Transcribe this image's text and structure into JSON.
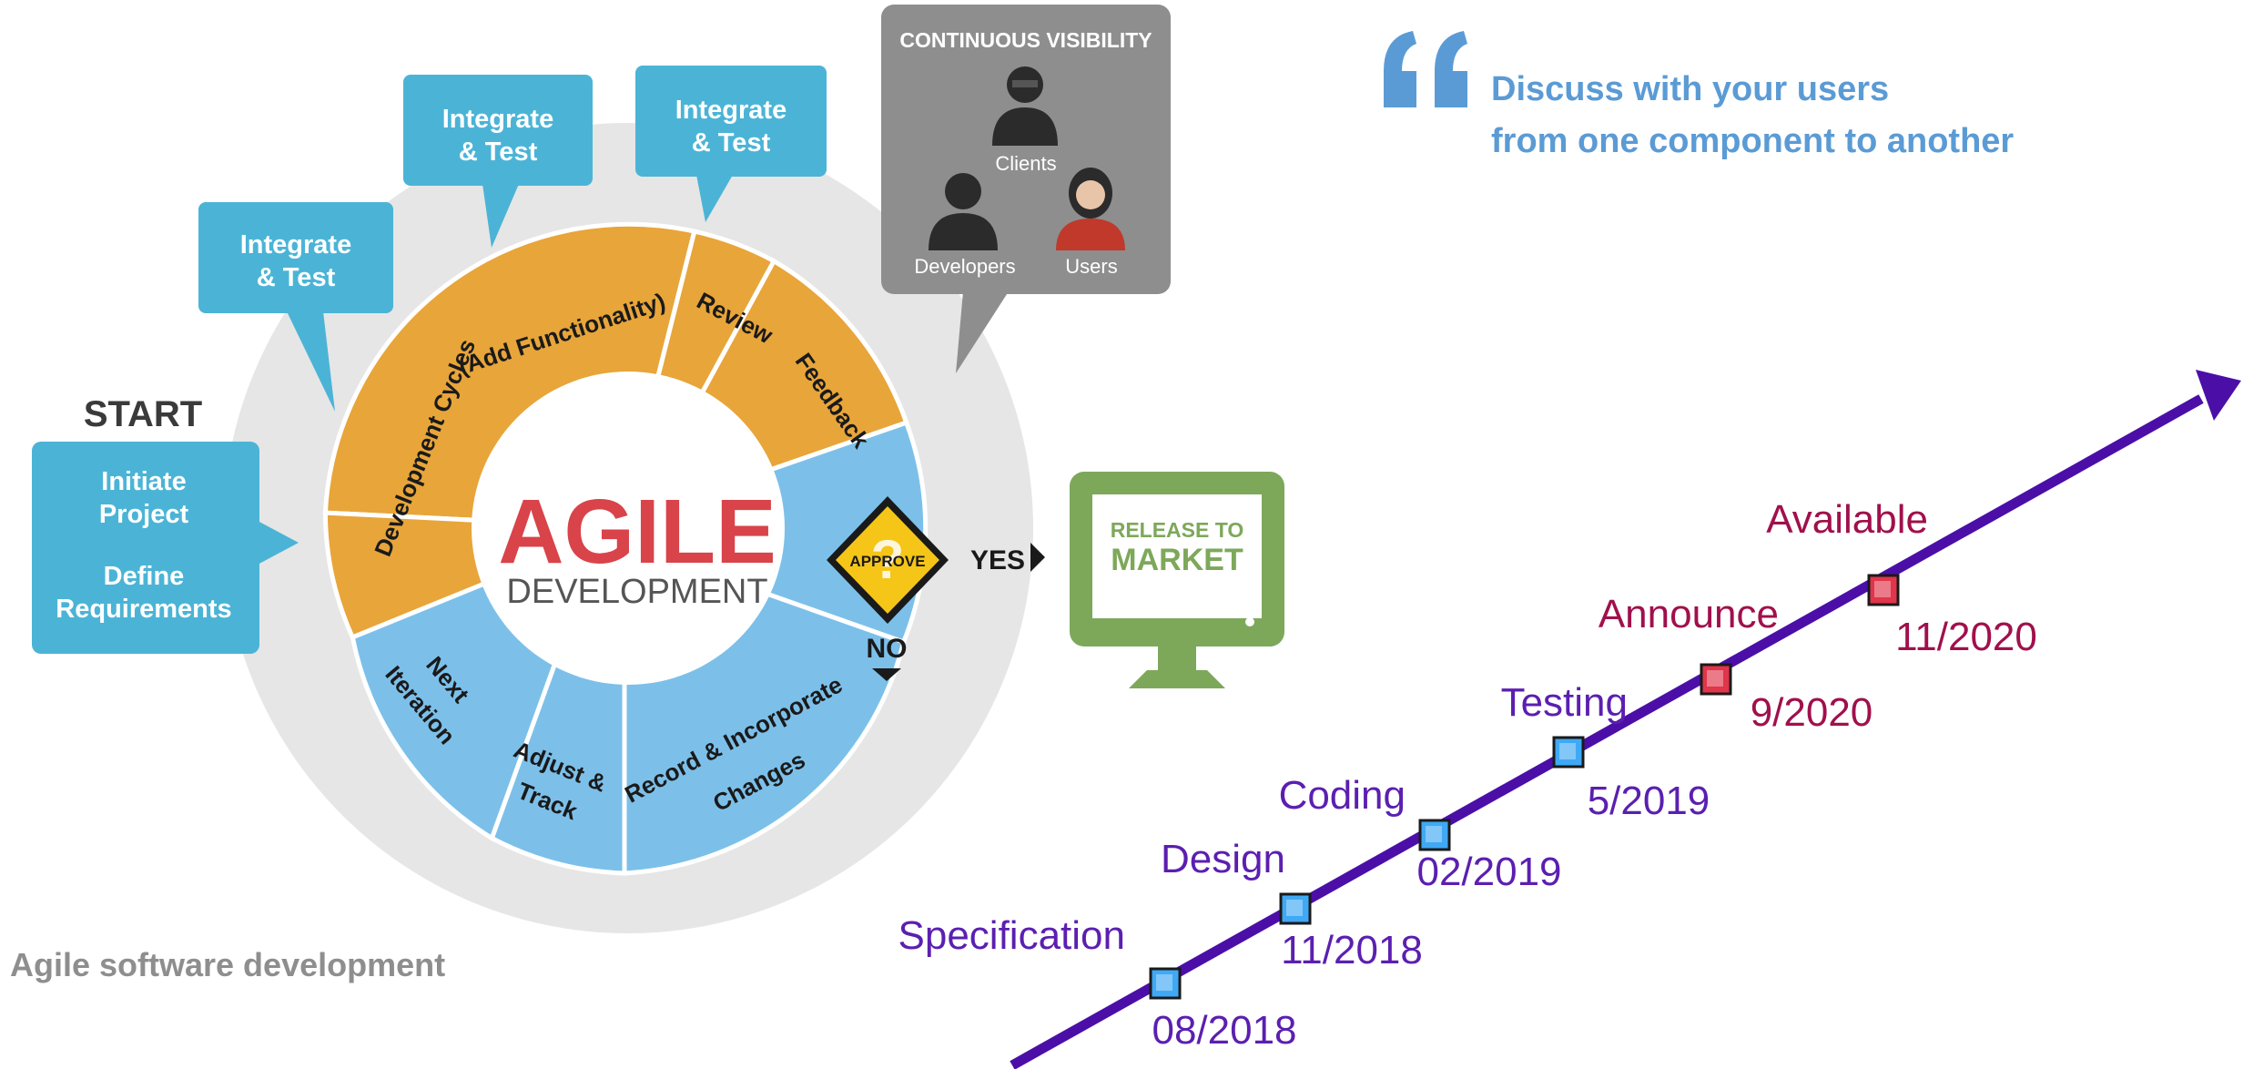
{
  "agile": {
    "start_label": "START",
    "start_box": {
      "line1": "Initiate",
      "line2": "Project",
      "line3": "Define",
      "line4": "Requirements"
    },
    "integrate_callouts": [
      {
        "line1": "Integrate",
        "line2": "& Test"
      },
      {
        "line1": "Integrate",
        "line2": "& Test"
      },
      {
        "line1": "Integrate",
        "line2": "& Test"
      }
    ],
    "visibility": {
      "title": "CONTINUOUS VISIBILITY",
      "clients": "Clients",
      "developers": "Developers",
      "users": "Users"
    },
    "center": {
      "title": "AGILE",
      "subtitle": "DEVELOPMENT"
    },
    "segments": {
      "dev_cycles_a": "Development Cycles",
      "dev_cycles_b": "(Add Functionality)",
      "review": "Review",
      "feedback": "Feedback",
      "record_a": "Record & Incorporate",
      "record_b": "Changes",
      "adjust_a": "Adjust &",
      "adjust_b": "Track",
      "next_a": "Next",
      "next_b": "Iteration"
    },
    "approve": "APPROVE",
    "yes": "YES",
    "no": "NO",
    "release": {
      "line1": "RELEASE TO",
      "line2": "MARKET"
    },
    "caption": "Agile software development",
    "colors": {
      "orange": "#E8A53A",
      "blue": "#7CC0EA",
      "teal": "#4BB4D6",
      "red": "#D9434A",
      "green": "#7DA85A",
      "gray": "#8E8E8E"
    }
  },
  "quote": {
    "line1": "Discuss with your users",
    "line2": "from one component to another",
    "color": "#5B9BD5"
  },
  "timeline": {
    "milestones": [
      {
        "label": "Specification",
        "date": "08/2018",
        "status": "done"
      },
      {
        "label": "Design",
        "date": "11/2018",
        "status": "done"
      },
      {
        "label": "Coding",
        "date": "02/2019",
        "status": "done"
      },
      {
        "label": "Testing",
        "date": "5/2019",
        "status": "done"
      },
      {
        "label": "Announce",
        "date": "9/2020",
        "status": "planned"
      },
      {
        "label": "Available",
        "date": "11/2020",
        "status": "planned"
      }
    ],
    "colors": {
      "line": "#4B0FA8",
      "done_text": "#5B1FB0",
      "planned_text": "#A0104C",
      "done_marker": "#3FA9F5",
      "planned_marker": "#E0354A"
    }
  }
}
